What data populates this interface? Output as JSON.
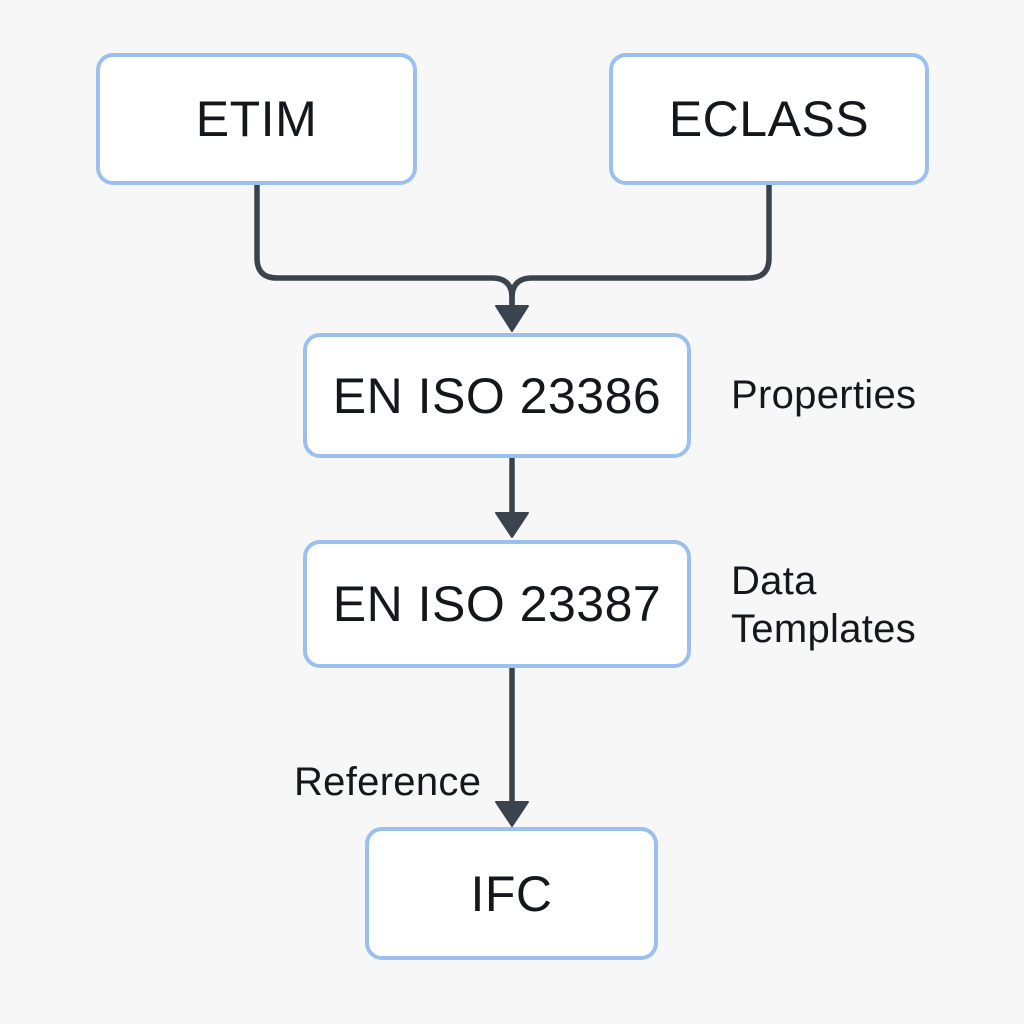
{
  "diagram": {
    "nodes": {
      "etim": {
        "label": "ETIM"
      },
      "eclass": {
        "label": "ECLASS"
      },
      "eniso23386": {
        "label": "EN ISO 23386"
      },
      "eniso23387": {
        "label": "EN ISO 23387"
      },
      "ifc": {
        "label": "IFC"
      }
    },
    "annotations": {
      "properties": "Properties",
      "data_templates": "Data Templates",
      "reference": "Reference"
    },
    "edges": [
      {
        "from": "ETIM",
        "to": "EN ISO 23386"
      },
      {
        "from": "ECLASS",
        "to": "EN ISO 23386"
      },
      {
        "from": "EN ISO 23386",
        "to": "EN ISO 23387"
      },
      {
        "from": "EN ISO 23387",
        "to": "IFC"
      }
    ]
  },
  "colors": {
    "background": "#f7f7f8",
    "node_fill": "#ffffff",
    "node_border": "#9bc0ed",
    "connector": "#3b434e",
    "text": "#14181d"
  }
}
